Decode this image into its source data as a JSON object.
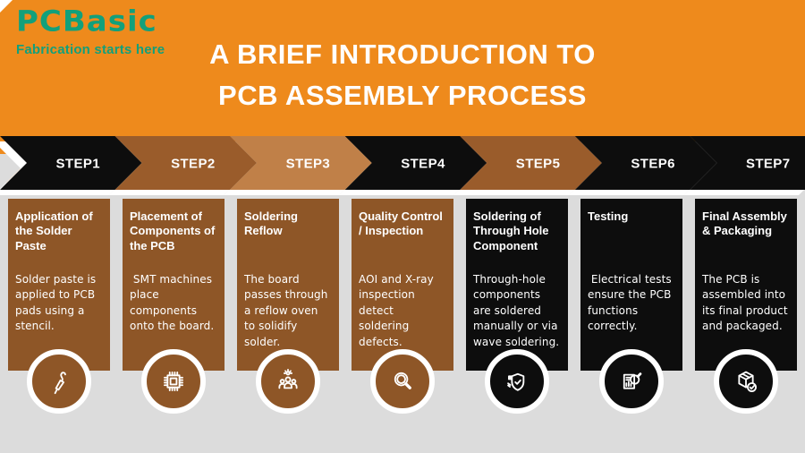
{
  "brand": {
    "name": "PCBasic",
    "tagline": "Fabrication starts here"
  },
  "title": {
    "line1": "A BRIEF INTRODUCTION TO",
    "line2": "PCB ASSEMBLY PROCESS"
  },
  "steps": [
    {
      "label": "STEP1",
      "heading": "Application of the Solder Paste",
      "body": "Solder paste is applied to PCB pads using a stencil.",
      "icon": "soldering-iron-icon",
      "chevron_color": "#0d0d0d",
      "card_color": "#8e5627"
    },
    {
      "label": "STEP2",
      "heading": "Placement of Components of the PCB",
      "body": " SMT machines place components onto the board.",
      "icon": "microchip-icon",
      "chevron_color": "#9a5c2b",
      "card_color": "#8e5627"
    },
    {
      "label": "STEP3",
      "heading": "Soldering Reflow",
      "body": "The board passes through a reflow oven to solidify solder.",
      "icon": "people-group-icon",
      "chevron_color": "#c08048",
      "card_color": "#8e5627"
    },
    {
      "label": "STEP4",
      "heading": "Quality Control / Inspection",
      "body": "AOI and X-ray inspection detect soldering defects.",
      "icon": "magnifier-icon",
      "chevron_color": "#0d0d0d",
      "card_color": "#8e5627"
    },
    {
      "label": "STEP5",
      "heading": "Soldering of Through Hole Component",
      "body": "Through-hole components are soldered manually or via wave soldering.",
      "icon": "shield-check-icon",
      "chevron_color": "#9a5c2b",
      "card_color": "#0d0d0d"
    },
    {
      "label": "STEP6",
      "heading": "Testing",
      "body": " Electrical tests ensure the PCB functions correctly.",
      "icon": "report-magnifier-icon",
      "chevron_color": "#0d0d0d",
      "card_color": "#0d0d0d"
    },
    {
      "label": "STEP7",
      "heading": "Final Assembly & Packaging",
      "body": "The PCB is assembled into its final product and packaged.",
      "icon": "package-check-icon",
      "chevron_color": "#0d0d0d",
      "card_color": "#0d0d0d"
    }
  ],
  "colors": {
    "orange": "#ee8a1c",
    "background_gray": "#dcdcdc",
    "brown_card": "#8e5627",
    "brown_chevron": "#9a5c2b",
    "tan_chevron": "#c08048",
    "black": "#0d0d0d",
    "white": "#ffffff",
    "brand_green": "#12a07b"
  }
}
